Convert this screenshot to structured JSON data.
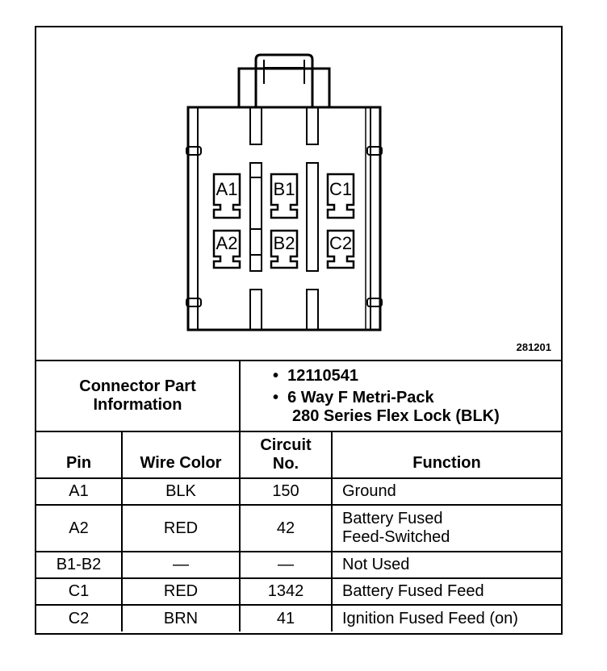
{
  "diagram": {
    "figure_id": "281201",
    "pins": [
      {
        "label": "A1"
      },
      {
        "label": "B1"
      },
      {
        "label": "C1"
      },
      {
        "label": "A2"
      },
      {
        "label": "B2"
      },
      {
        "label": "C2"
      }
    ]
  },
  "connector_info": {
    "label_line1": "Connector Part",
    "label_line2": "Information",
    "part_number": "12110541",
    "description_line1": "6 Way F Metri-Pack",
    "description_line2": "280 Series Flex Lock (BLK)"
  },
  "table": {
    "headers": {
      "pin": "Pin",
      "wire_color": "Wire Color",
      "circuit_line1": "Circuit",
      "circuit_line2": "No.",
      "function": "Function"
    },
    "rows": [
      {
        "pin": "A1",
        "wire_color": "BLK",
        "circuit": "150",
        "function_line1": "Ground",
        "function_line2": ""
      },
      {
        "pin": "A2",
        "wire_color": "RED",
        "circuit": "42",
        "function_line1": "Battery Fused",
        "function_line2": "Feed-Switched"
      },
      {
        "pin": "B1-B2",
        "wire_color": "—",
        "circuit": "—",
        "function_line1": "Not Used",
        "function_line2": ""
      },
      {
        "pin": "C1",
        "wire_color": "RED",
        "circuit": "1342",
        "function_line1": "Battery Fused Feed",
        "function_line2": ""
      },
      {
        "pin": "C2",
        "wire_color": "BRN",
        "circuit": "41",
        "function_line1": "Ignition Fused Feed (on)",
        "function_line2": ""
      }
    ]
  }
}
